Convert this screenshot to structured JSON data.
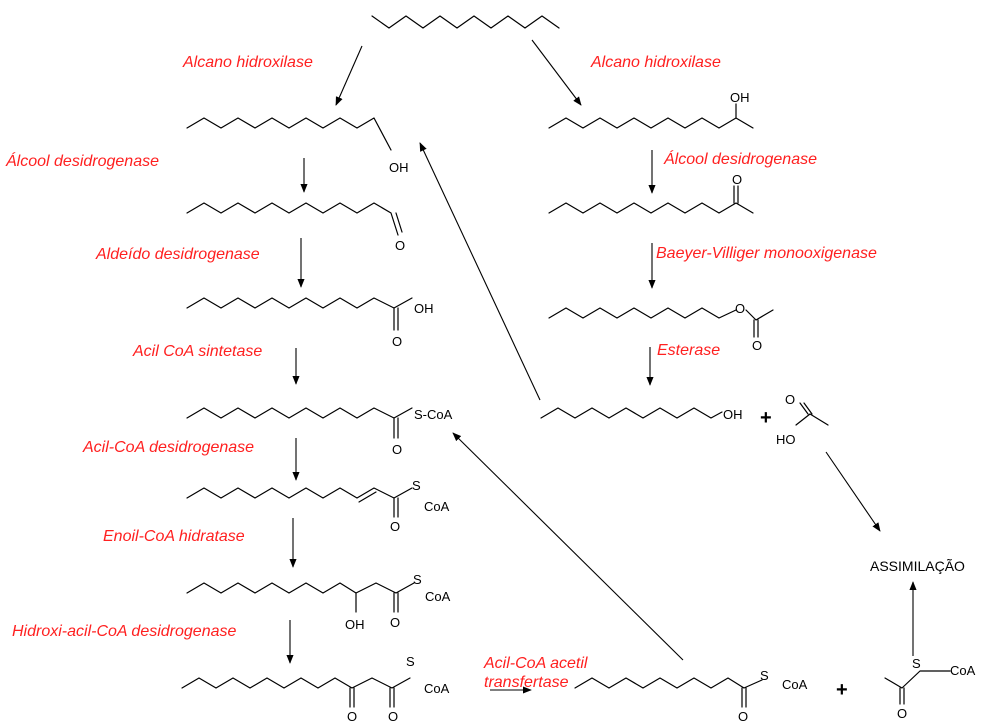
{
  "enzymes": {
    "alcano_hidroxilase_left": "Alcano hidroxilase",
    "alcano_hidroxilase_right": "Alcano hidroxilase",
    "alcool_desidrogenase_left": "Álcool desidrogenase",
    "alcool_desidrogenase_right": "Álcool desidrogenase",
    "aldeido_desidrogenase": "Aldeído desidrogenase",
    "baeyer_villiger": "Baeyer-Villiger monooxigenase",
    "acil_coa_sintetase": "Acil CoA sintetase",
    "esterase": "Esterase",
    "acil_coa_desidrogenase": "Acil-CoA desidrogenase",
    "enoil_coa_hidratase": "Enoil-CoA hidratase",
    "hidroxi_acil_coa_desidrogenase": "Hidroxi-acil-CoA desidrogenase",
    "acil_coa_acetil_line1": "Acil-CoA acetil",
    "acil_coa_acetil_line2": "transfertase"
  },
  "atoms": {
    "oh": "OH",
    "ho": "HO",
    "o": "O",
    "s_coa": "S-CoA",
    "s": "S",
    "coa": "CoA"
  },
  "plus": "+",
  "assimilacao": "ASSIMILAÇÃO",
  "colors": {
    "enzyme_text": "#ff2020",
    "structures": "#000000"
  }
}
